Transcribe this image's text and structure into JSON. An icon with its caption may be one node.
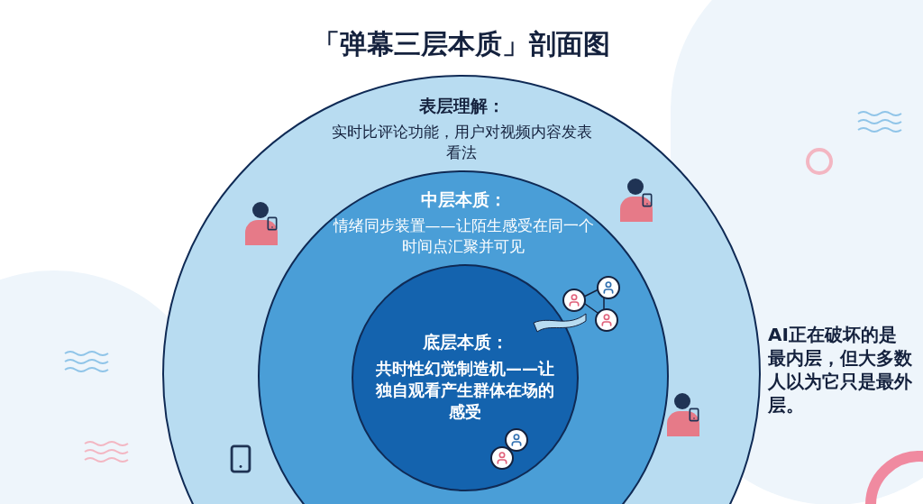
{
  "diagram": {
    "title": "「弹幕三层本质」剖面图",
    "nodes": [
      {
        "text": [
          "表层理解：",
          "实时比评论功能，用户对视频内容发表看法"
        ]
      },
      {
        "text": [
          "中层本质：",
          "情绪同步装置——让陌生感受在同一个时间点汇聚并可见"
        ],
        "in": 0
      },
      {
        "text": [
          "底层本质：",
          "共时性幻觉制造机——让独自观看产生群体在场的感受"
        ],
        "in": 1
      }
    ],
    "labels": [
      "AI正在破坏的是最内层，但大多数人以为它只是最外层。"
    ]
  }
}
